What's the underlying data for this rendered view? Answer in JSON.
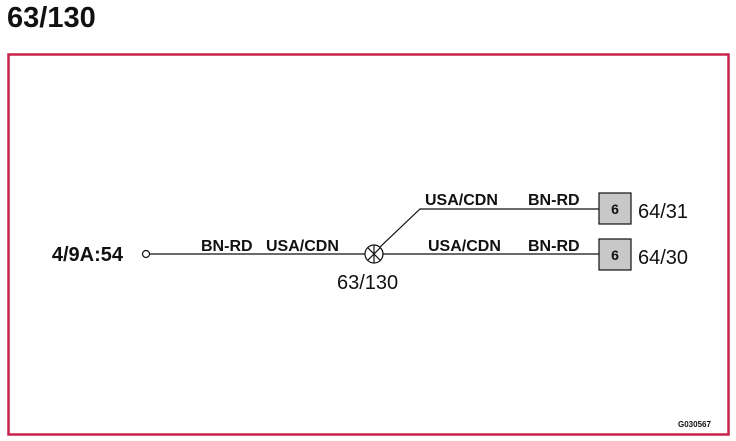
{
  "page_title": "63/130",
  "colors": {
    "frame": "#c8234b",
    "line": "#111111",
    "connector_fill": "#c8c8c8"
  },
  "source": {
    "label": "4/9A:54"
  },
  "splice": {
    "label": "63/130",
    "icon": "splice-circle-cross-icon"
  },
  "wires": {
    "main": {
      "color_code": "BN-RD",
      "market": "USA/CDN"
    },
    "upper": {
      "market": "USA/CDN",
      "color_code": "BN-RD"
    },
    "lower": {
      "market": "USA/CDN",
      "color_code": "BN-RD"
    }
  },
  "connectors": [
    {
      "pin": "6",
      "label": "64/31"
    },
    {
      "pin": "6",
      "label": "64/30"
    }
  ],
  "diagram_code": "G030567"
}
